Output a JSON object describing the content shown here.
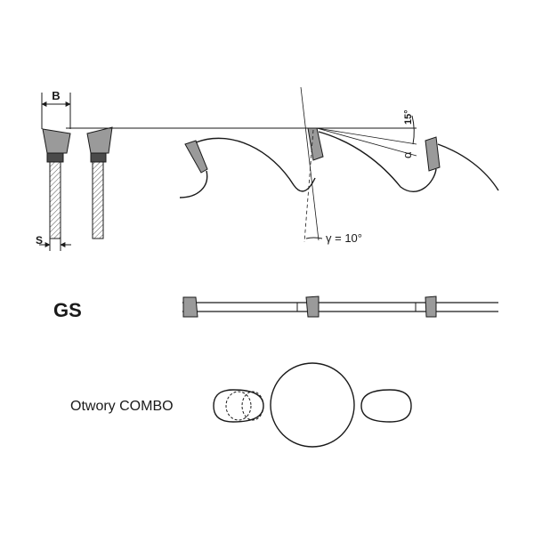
{
  "labels": {
    "b": "B",
    "s": "S",
    "angle_15": "15°",
    "alpha": "α",
    "gamma": "γ = 10°",
    "grind": "GS",
    "holes": "Otwory COMBO"
  },
  "colors": {
    "ink": "#1a1a1a",
    "tooth_gray": "#9a9a9a",
    "tip_dark": "#4a4a4a",
    "background": "#ffffff"
  }
}
